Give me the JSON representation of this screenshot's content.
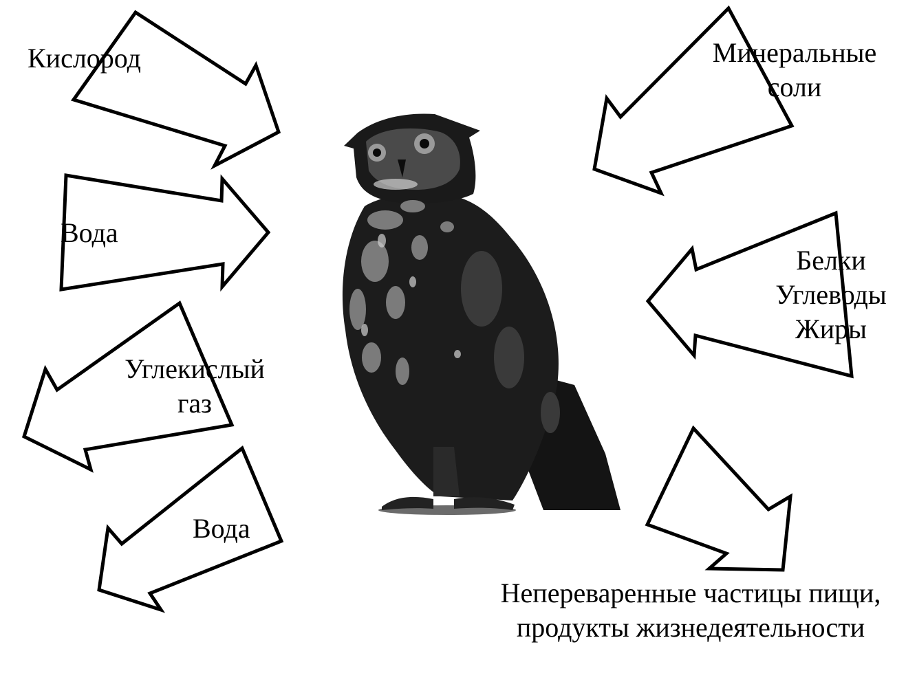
{
  "diagram": {
    "inputs": {
      "oxygen": "Кислород",
      "water": "Вода",
      "minerals_line1": "Минеральные",
      "minerals_line2": "соли",
      "nutrients_line1": "Белки",
      "nutrients_line2": "Углеводы",
      "nutrients_line3": "Жиры"
    },
    "outputs": {
      "co2_line1": "Углекислый",
      "co2_line2": "газ",
      "water": "Вода",
      "waste_line1": "Непереваренные частицы пищи,",
      "waste_line2": "продукты жизнедеятельности"
    },
    "colors": {
      "stroke": "#000000",
      "background": "#ffffff"
    }
  }
}
